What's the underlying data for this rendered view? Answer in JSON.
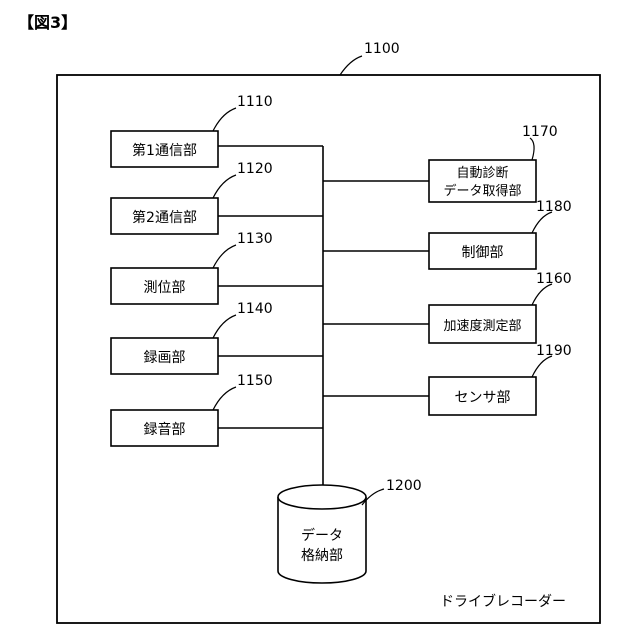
{
  "figure_label": "【図3】",
  "device": {
    "ref": "1100",
    "name": "ドライブレコーダー"
  },
  "left_blocks": [
    {
      "ref": "1110",
      "label": "第1通信部"
    },
    {
      "ref": "1120",
      "label": "第2通信部"
    },
    {
      "ref": "1130",
      "label": "測位部"
    },
    {
      "ref": "1140",
      "label": "録画部"
    },
    {
      "ref": "1150",
      "label": "録音部"
    }
  ],
  "right_blocks": [
    {
      "ref": "1170",
      "lines": [
        "自動診断",
        "データ取得部"
      ]
    },
    {
      "ref": "1180",
      "lines": [
        "制御部"
      ]
    },
    {
      "ref": "1160",
      "lines": [
        "加速度測定部"
      ]
    },
    {
      "ref": "1190",
      "lines": [
        "センサ部"
      ]
    }
  ],
  "storage": {
    "ref": "1200",
    "lines": [
      "データ",
      "格納部"
    ]
  }
}
